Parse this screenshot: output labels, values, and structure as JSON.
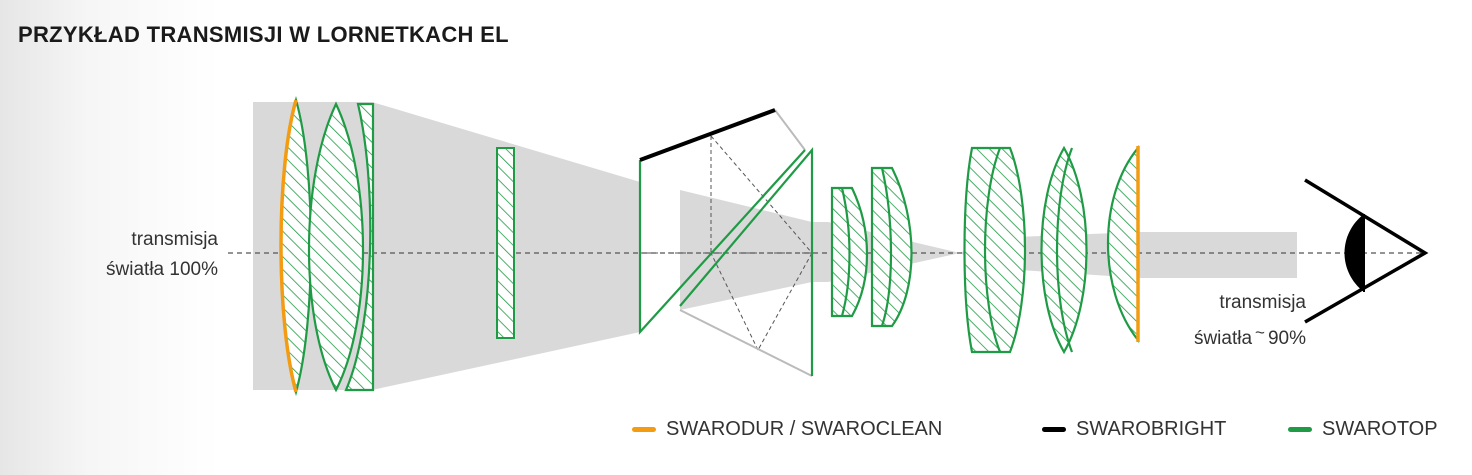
{
  "title": "PRZYKŁAD TRANSMISJI W LORNETKACH EL",
  "input_label": {
    "line1": "transmisja",
    "line2": "światła 100%"
  },
  "output_label": {
    "line1": "transmisja",
    "line2_prefix": "światła",
    "tilde": "~",
    "line2_value": "90%"
  },
  "colors": {
    "swarodur": "#f39c12",
    "swarobright": "#000000",
    "swarotop": "#1f9b45",
    "beam": "#d9d9d9"
  },
  "legend": [
    {
      "label": "SWARODUR / SWAROCLEAN",
      "color": "#f39c12"
    },
    {
      "label": "SWAROBRIGHT",
      "color": "#000000"
    },
    {
      "label": "SWAROTOP",
      "color": "#1f9b45"
    }
  ]
}
